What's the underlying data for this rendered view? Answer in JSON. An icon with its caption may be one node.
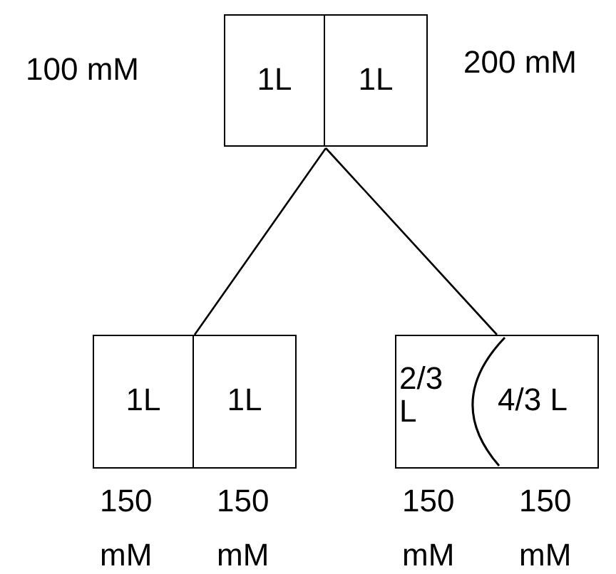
{
  "diagram": {
    "nodes": [
      {
        "text": [],
        "shape": "box"
      },
      {
        "text": [
          "1L"
        ],
        "in": 0
      },
      {
        "text": [
          "1L"
        ],
        "in": 0
      },
      {
        "text": [],
        "shape": "box"
      },
      {
        "text": [
          "1L"
        ],
        "in": 3
      },
      {
        "text": [
          "1L"
        ],
        "in": 3
      },
      {
        "text": [],
        "shape": "box"
      },
      {
        "text": [
          "2/3 L"
        ],
        "in": 6
      },
      {
        "text": [
          "4/3 L"
        ],
        "in": 6
      }
    ],
    "edges": [
      {
        "from": 0,
        "to": 3,
        "arrow": "none"
      },
      {
        "from": 0,
        "to": 6,
        "arrow": "none"
      }
    ],
    "labels": [
      "100 mM",
      "200 mM",
      "150 mM",
      "150 mM",
      "150 mM",
      "150 mM"
    ]
  }
}
